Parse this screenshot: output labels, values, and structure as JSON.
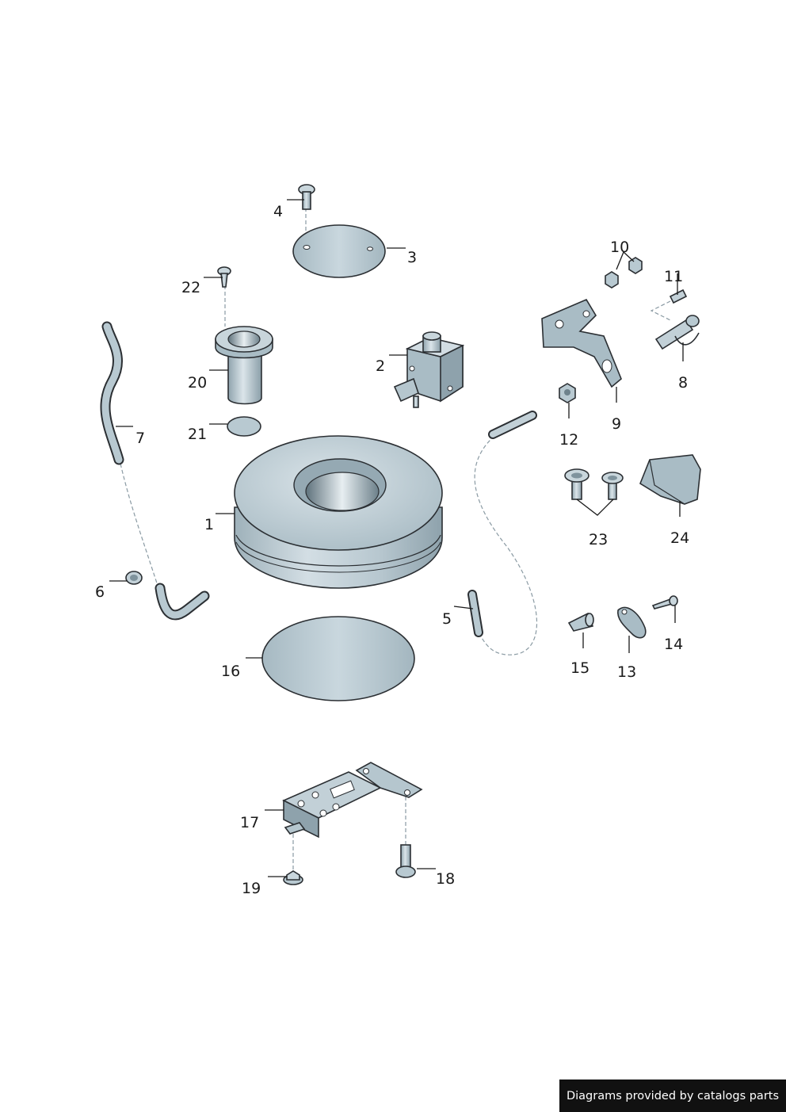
{
  "diagram": {
    "parts": [
      {
        "id": "p1",
        "number": "1"
      },
      {
        "id": "p2",
        "number": "2"
      },
      {
        "id": "p3",
        "number": "3"
      },
      {
        "id": "p4",
        "number": "4"
      },
      {
        "id": "p5",
        "number": "5"
      },
      {
        "id": "p6",
        "number": "6"
      },
      {
        "id": "p7",
        "number": "7"
      },
      {
        "id": "p8",
        "number": "8"
      },
      {
        "id": "p9",
        "number": "9"
      },
      {
        "id": "p10",
        "number": "10"
      },
      {
        "id": "p11",
        "number": "11"
      },
      {
        "id": "p12",
        "number": "12"
      },
      {
        "id": "p13",
        "number": "13"
      },
      {
        "id": "p14",
        "number": "14"
      },
      {
        "id": "p15",
        "number": "15"
      },
      {
        "id": "p16",
        "number": "16"
      },
      {
        "id": "p17",
        "number": "17"
      },
      {
        "id": "p18",
        "number": "18"
      },
      {
        "id": "p19",
        "number": "19"
      },
      {
        "id": "p20",
        "number": "20"
      },
      {
        "id": "p21",
        "number": "21"
      },
      {
        "id": "p22",
        "number": "22"
      },
      {
        "id": "p23",
        "number": "23"
      },
      {
        "id": "p24",
        "number": "24"
      }
    ]
  },
  "footer": {
    "credit": "Diagrams provided by catalogs parts"
  },
  "colors": {
    "part_fill": "#b9c9d1",
    "part_dark": "#7f939d",
    "part_light": "#dfe8ec",
    "outline": "#2b2f33"
  }
}
